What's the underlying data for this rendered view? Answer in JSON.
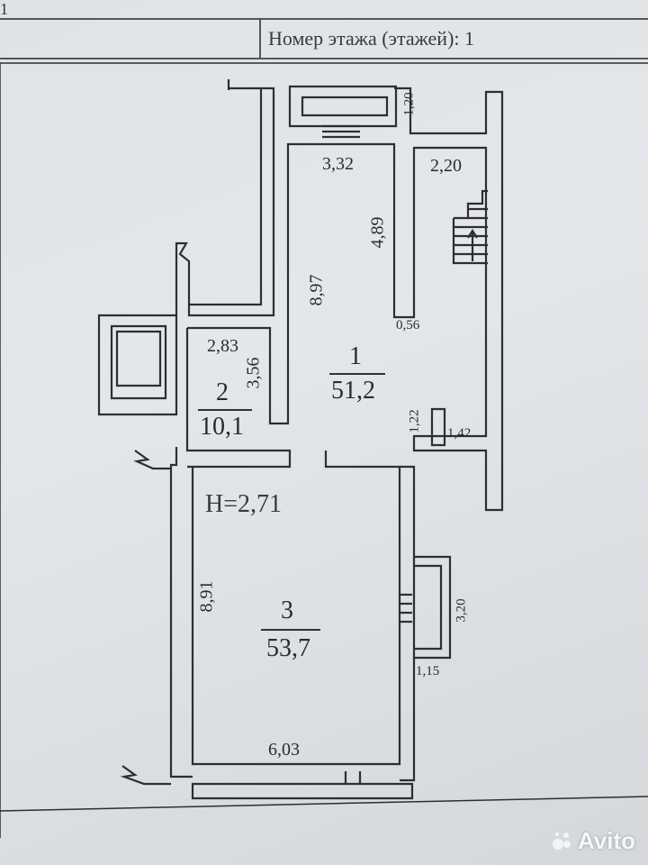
{
  "header": {
    "corner_mark": "1",
    "floor_label": "Номер этажа (этажей): 1"
  },
  "plan": {
    "height_note": "H=2,71",
    "rooms": [
      {
        "number": "1",
        "area": "51,2"
      },
      {
        "number": "2",
        "area": "10,1"
      },
      {
        "number": "3",
        "area": "53,7"
      }
    ],
    "dimensions": {
      "top_porch_depth": "1,20",
      "room1_top_width": "3,32",
      "stair_width": "2,20",
      "stair_length": "4,89",
      "room1_length": "8,97",
      "partition_width": "0,56",
      "room2_width": "2,83",
      "room2_length": "3,56",
      "niche_depth": "1,22",
      "niche_width": "1,42",
      "room3_length": "8,91",
      "room3_width": "6,03",
      "side_porch_length": "3,20",
      "side_porch_width": "1,15"
    }
  },
  "watermark": {
    "brand": "Avito",
    "icon": "avito-logo-icon"
  }
}
